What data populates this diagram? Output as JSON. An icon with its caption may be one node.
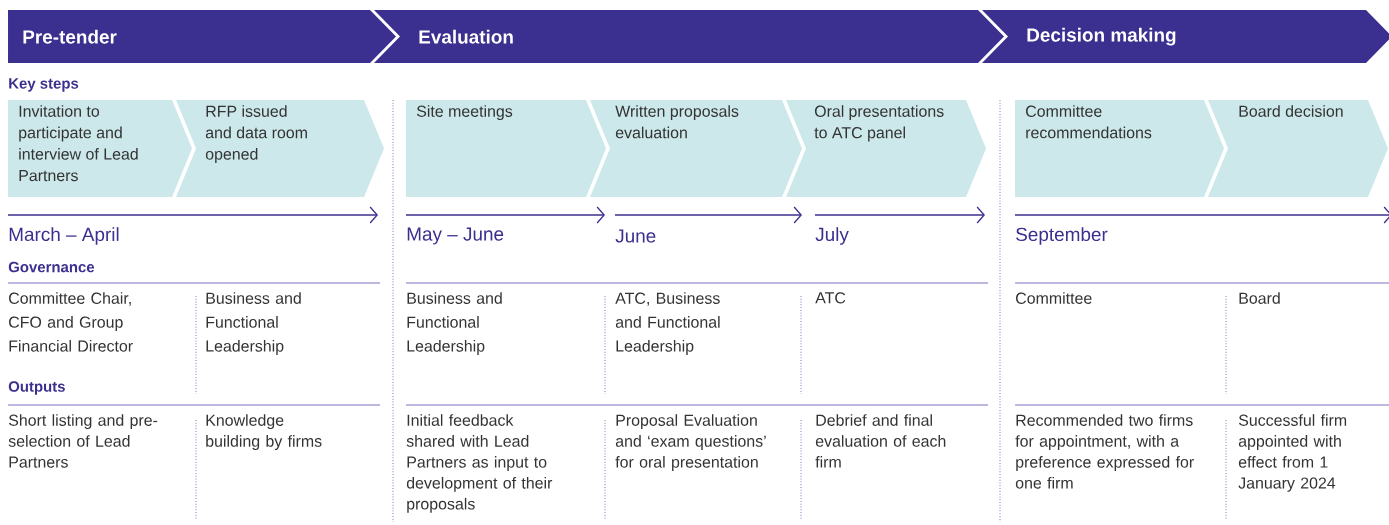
{
  "diagram": {
    "nodes": [
      {
        "text": [
          "Pre-tender"
        ]
      },
      {
        "text": [
          "Evaluation"
        ]
      },
      {
        "text": [
          "Decision making"
        ]
      },
      {
        "text": [
          "Invitation to participate and interview of Lead Partners"
        ]
      },
      {
        "text": [
          "RFP issued and data room opened"
        ]
      },
      {
        "text": [
          "Site meetings"
        ]
      },
      {
        "text": [
          "Written proposals evaluation"
        ]
      },
      {
        "text": [
          "Oral presentations to ATC panel"
        ]
      },
      {
        "text": [
          "Committee recommendations"
        ]
      },
      {
        "text": [
          "Board decision"
        ]
      }
    ],
    "labels": [
      "Key steps",
      "March – April",
      "May – June",
      "June",
      "July",
      "September",
      "Governance",
      "Committee Chair, CFO and Group Financial Director",
      "Business and Functional Leadership",
      "Business and Functional Leadership",
      "ATC, Business and Functional Leadership",
      "ATC",
      "Committee",
      "Board",
      "Outputs",
      "Short listing and pre-selection of Lead Partners",
      "Knowledge building by firms",
      "Initial feedback shared with Lead Partners as input to development of their proposals",
      "Proposal Evaluation and ‘exam questions’ for oral presentation",
      "Debrief and final evaluation of each firm",
      "Recommended two firms for appointment, with a preference expressed for one firm",
      "Successful firm appointed with effect from 1 January 2024"
    ]
  }
}
